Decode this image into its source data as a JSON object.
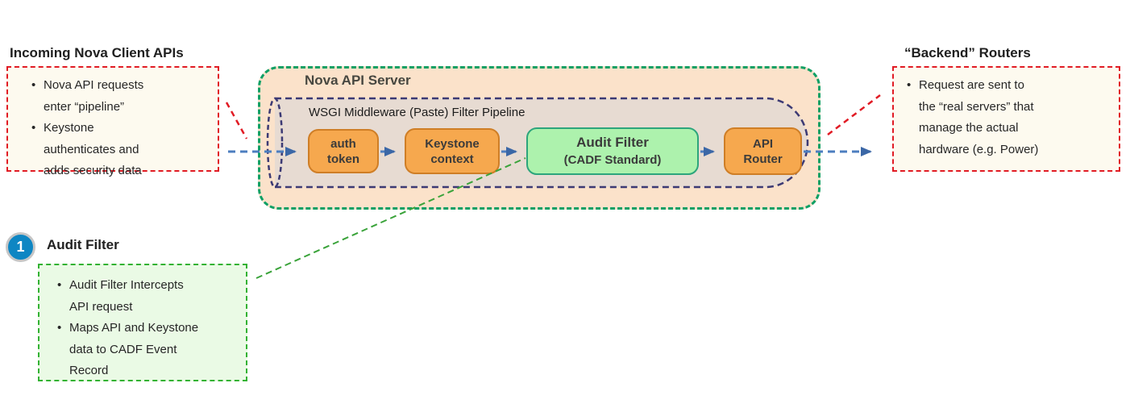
{
  "incoming": {
    "title": "Incoming Nova Client  APIs",
    "bullets": [
      "Nova API requests enter “pipeline”",
      "Keystone authenticates and adds security data"
    ]
  },
  "server": {
    "title": "Nova API Server",
    "pipeline_label": "WSGI Middleware (Paste) Filter Pipeline",
    "stages": [
      {
        "line1": "auth",
        "line2": "token"
      },
      {
        "line1": "Keystone",
        "line2": "context"
      },
      {
        "line1": "Audit Filter",
        "line2": "(CADF Standard)"
      },
      {
        "line1": "API",
        "line2": "Router"
      }
    ]
  },
  "backend": {
    "title": "“Backend” Routers",
    "bullets": [
      "Request are sent to the “real servers” that manage the actual hardware (e.g. Power)"
    ]
  },
  "callout": {
    "step_number": "1",
    "title": "Audit Filter",
    "bullets": [
      "Audit Filter Intercepts API request",
      "Maps API and Keystone data to CADF Event Record"
    ]
  },
  "colors": {
    "nova_fill": "#fbe2ca",
    "nova_border_green": "#0fa065",
    "wsgi_fill": "#e7dbd2",
    "wsgi_border_navy": "#3c3a74",
    "stage_orange": "#f6a84e",
    "stage_orange_border": "#cf7e26",
    "stage_green": "#adf2ad",
    "stage_green_border": "#2da57c",
    "note_cream": "#fdfaef",
    "note_red_border": "#e11b24",
    "note_green_fill": "#eafae5",
    "note_green_border": "#33b233",
    "arrow_blue": "#4d7ebf",
    "arrow_head_blue": "#3b67a6",
    "connector_green": "#3aa33a",
    "step_circle_blue": "#0e86c3"
  }
}
